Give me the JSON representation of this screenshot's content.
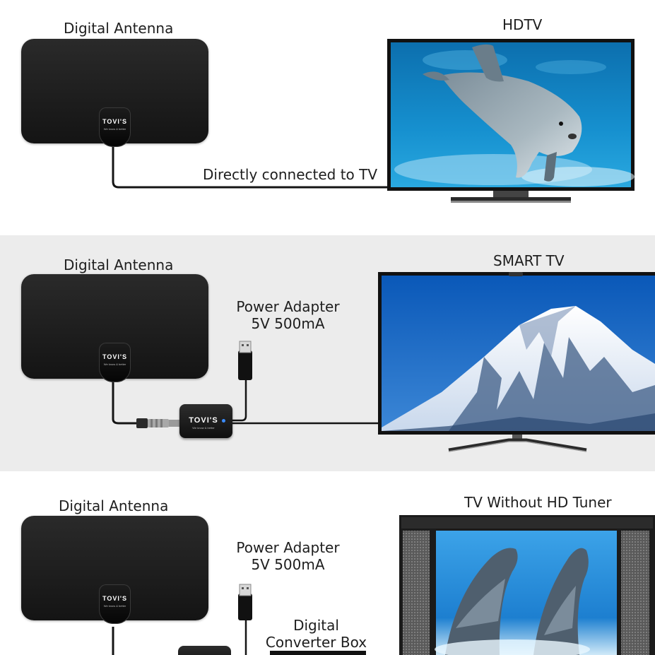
{
  "panel1": {
    "antenna_label": "Digital Antenna",
    "tv_label": "HDTV",
    "connection_label": "Directly connected to TV",
    "brand": "TOVI'S",
    "slogan": "We know & better"
  },
  "panel2": {
    "antenna_label": "Digital Antenna",
    "tv_label": "SMART TV",
    "power_adapter_line1": "Power Adapter",
    "power_adapter_line2": "5V 500mA",
    "brand": "TOVI'S",
    "slogan": "We know & better",
    "amplifier_brand": "TOVI'S",
    "amplifier_slogan": "We know & better"
  },
  "panel3": {
    "antenna_label": "Digital Antenna",
    "tv_label": "TV Without HD Tuner",
    "power_adapter_line1": "Power Adapter",
    "power_adapter_line2": "5V 500mA",
    "converter_line1": "Digital",
    "converter_line2": "Converter Box",
    "brand": "TOVI'S",
    "slogan": "We know & better"
  },
  "colors": {
    "panel2_background": "#ececec",
    "antenna": "#1a1a1a",
    "cable": "#151515",
    "led": "#3a8cff"
  }
}
